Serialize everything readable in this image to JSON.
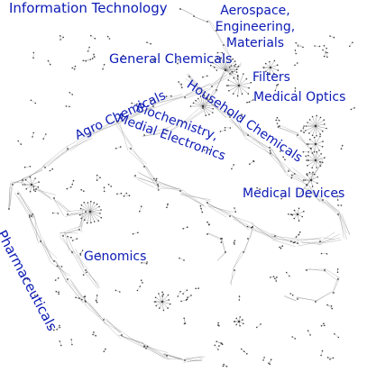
{
  "network": {
    "edge_color": "#6f6f6f",
    "node_color": "#3c3c3c",
    "cluster_labels": {
      "information_technology": "Information Technology",
      "aerospace": "Aerospace,\nEngineering,\nMaterials",
      "general_chemicals": "General Chemicals",
      "filters": "Filters",
      "medical_optics": "Medical Optics",
      "agro_chemicals": "Agro Chemicals",
      "household_chemicals": "Household Chemicals",
      "biochemistry": "Biochemistry,\nMedial Electronics",
      "medical_devices": "Medical Devices",
      "genomics": "Genomics",
      "pharmaceuticals": "Pharmaceuticals"
    },
    "label_color": "#0b1ab4"
  }
}
